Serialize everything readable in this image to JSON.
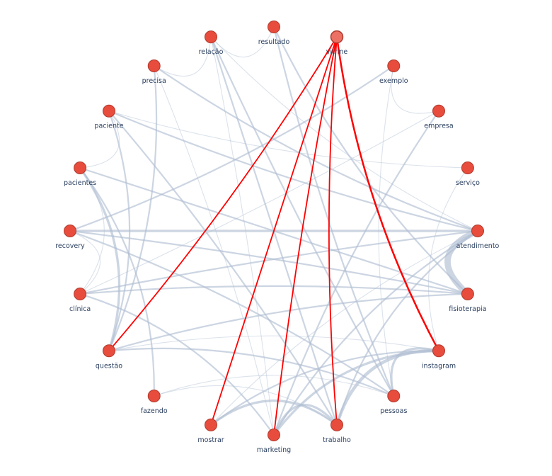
{
  "graph": {
    "nodes": [
      "resultado",
      "vitrine",
      "exemplo",
      "empresa",
      "serviço",
      "atendimento",
      "fisioterapia",
      "instagram",
      "pessoas",
      "trabalho",
      "marketing",
      "mostrar",
      "fazendo",
      "questão",
      "clínica",
      "recovery",
      "pacientes",
      "paciente",
      "precisa",
      "relação"
    ],
    "selected_node": "vitrine",
    "colors": {
      "node": "#e74c3c",
      "node_stroke": "#b03a2e",
      "selected_node": "#ec7063",
      "edge": "#b0bfd3",
      "highlight_edge": "#ff0000"
    },
    "highlighted_edges": [
      [
        "vitrine",
        "questão"
      ],
      [
        "vitrine",
        "mostrar"
      ],
      [
        "vitrine",
        "marketing"
      ],
      [
        "vitrine",
        "trabalho"
      ],
      [
        "vitrine",
        "instagram"
      ]
    ],
    "edges": [
      [
        "recovery",
        "atendimento",
        3
      ],
      [
        "atendimento",
        "fisioterapia",
        8
      ],
      [
        "clínica",
        "fisioterapia",
        2
      ],
      [
        "instagram",
        "trabalho",
        4
      ],
      [
        "instagram",
        "marketing",
        3
      ],
      [
        "instagram",
        "pessoas",
        3
      ],
      [
        "mostrar",
        "trabalho",
        3
      ],
      [
        "marketing",
        "trabalho",
        3
      ],
      [
        "mostrar",
        "instagram",
        2
      ],
      [
        "exemplo",
        "recovery",
        2
      ],
      [
        "paciente",
        "atendimento",
        2
      ],
      [
        "precisa",
        "atendimento",
        2
      ],
      [
        "relação",
        "pessoas",
        2
      ],
      [
        "relação",
        "trabalho",
        2
      ],
      [
        "relação",
        "marketing",
        1
      ],
      [
        "resultado",
        "pessoas",
        2
      ],
      [
        "pacientes",
        "questão",
        3
      ],
      [
        "pacientes",
        "fazendo",
        2
      ],
      [
        "pacientes",
        "fisioterapia",
        2
      ],
      [
        "pacientes",
        "clínica",
        1
      ],
      [
        "clínica",
        "marketing",
        2
      ],
      [
        "questão",
        "fisioterapia",
        2
      ],
      [
        "questão",
        "pessoas",
        2
      ],
      [
        "questão",
        "instagram",
        1
      ],
      [
        "clínica",
        "atendimento",
        2
      ],
      [
        "recovery",
        "fisioterapia",
        2
      ],
      [
        "recovery",
        "pessoas",
        2
      ],
      [
        "precisa",
        "questão",
        2
      ],
      [
        "paciente",
        "questão",
        2
      ],
      [
        "paciente",
        "trabalho",
        2
      ],
      [
        "empresa",
        "marketing",
        2
      ],
      [
        "empresa",
        "clínica",
        1
      ],
      [
        "atendimento",
        "trabalho",
        2
      ],
      [
        "atendimento",
        "marketing",
        2
      ],
      [
        "atendimento",
        "mostrar",
        1
      ],
      [
        "resultado",
        "fisioterapia",
        2
      ],
      [
        "relação",
        "atendimento",
        1
      ],
      [
        "precisa",
        "marketing",
        1
      ],
      [
        "fazendo",
        "trabalho",
        1
      ],
      [
        "serviço",
        "paciente",
        1
      ],
      [
        "serviço",
        "instagram",
        1
      ],
      [
        "relação",
        "resultado",
        1
      ],
      [
        "precisa",
        "relação",
        1
      ],
      [
        "exemplo",
        "empresa",
        1
      ],
      [
        "paciente",
        "pacientes",
        1
      ],
      [
        "fazendo",
        "pessoas",
        1
      ],
      [
        "exemplo",
        "pessoas",
        1
      ],
      [
        "recovery",
        "clínica",
        1
      ]
    ]
  }
}
